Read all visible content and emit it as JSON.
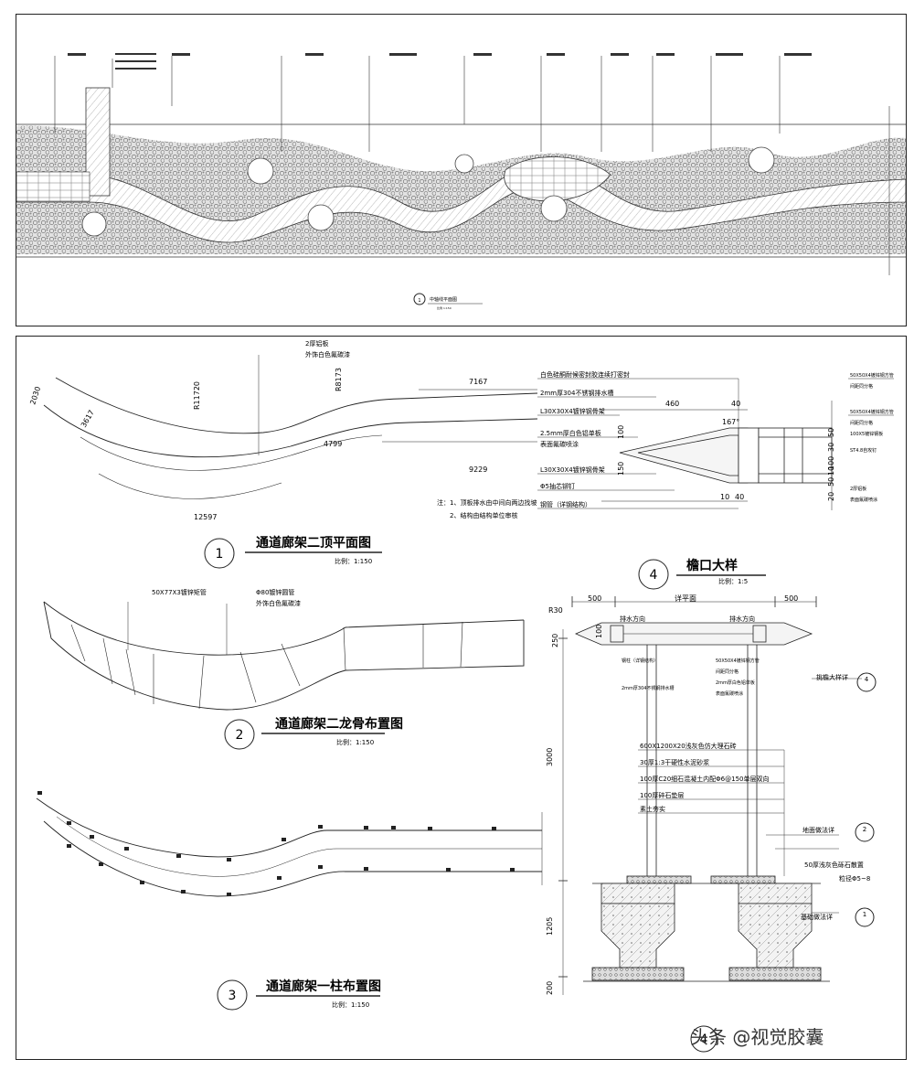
{
  "plan_sheet": {
    "drawing_number": "1",
    "drawing_title": "中轴线平面图",
    "scale": "比例 1:150"
  },
  "roof_plan": {
    "number": "1",
    "title": "通道廊架二顶平面图",
    "scale": "比例：1:150",
    "callout_top_a": "2厚铝板",
    "callout_top_b": "外饰白色氟碳漆",
    "dims": {
      "left_w": "2030",
      "left_seg": "3617",
      "r1": "R11720",
      "r2": "R8173",
      "straight_top": "7167",
      "mid_arc": "4799",
      "straight_bottom": "9229",
      "bottom_arc": "12597"
    },
    "notes": [
      "注：1、顶板排水由中间向两边找坡",
      "2、结构由结构单位审核"
    ]
  },
  "frame_plan": {
    "number": "2",
    "title": "通道廊架二龙骨布置图",
    "scale": "比例：1:150",
    "callout_a": "50X77X3镀锌矩管",
    "callout_b": "Φ80镀锌圆管",
    "callout_c": "外饰白色氟碳漆"
  },
  "column_plan": {
    "number": "3",
    "title": "通道廊架一柱布置图",
    "scale": "比例：1:150"
  },
  "eave_detail": {
    "number": "4",
    "title": "檐口大样",
    "scale": "比例：1:5",
    "labels": [
      "白色硅酮耐候密封胶连续打密封",
      "2mm厚304不锈钢排水槽",
      "L30X30X4镀锌钢骨架",
      "2.5mm厚白色铝单板",
      "表面氟碳喷涂",
      "L30X30X4镀锌钢骨架",
      "Φ5抽芯铆钉",
      "钢管（详钢结构）"
    ],
    "right_labels": [
      "50X50X4镀锌钢方管",
      "间距同分格",
      "50X50X4镀锌钢方管",
      "间距同分格",
      "100X5镀锌钢板",
      "ST4.8自攻钉",
      "2厚铝板",
      "表面氟碳喷涂"
    ],
    "dims": {
      "d460": "460",
      "d40": "40",
      "angle": "167°",
      "d100": "100",
      "d150": "150",
      "d10": "10",
      "d40b": "40",
      "r50": "50",
      "r30": "30",
      "r100": "100",
      "r50b": "50",
      "r20": "20",
      "r10": "10"
    }
  },
  "section": {
    "number": "4",
    "top_dims": [
      "500",
      "详平面",
      "500"
    ],
    "r30": "R30",
    "d250": "250",
    "d100": "100",
    "drain_left": "排水方向",
    "drain_right": "排水方向",
    "labels": [
      "钢柱（详钢结构）",
      "2mm厚304不锈钢排水槽",
      "50X50X4镀锌钢方管",
      "间距同分格",
      "2mm厚白色铝单板",
      "表面氟碳喷涂"
    ],
    "eave_ref": "挑檐大样详",
    "eave_ref_num": "4",
    "paving_layers": [
      "600X1200X20浅灰色仿大理石砖",
      "30厚1:3干硬性水泥砂浆",
      "100厚C20细石混凝土内配Φ6@150单层双向",
      "100厚碎石垫层",
      "素土夯实"
    ],
    "ref2": "地面做法详",
    "ref2_num": "2",
    "gravel": "50厚浅灰色砾石散置",
    "gravel2": "粒径Φ5~8",
    "ref3": "基础做法详",
    "ref3_num": "1",
    "heights": [
      "3000",
      "1205",
      "200"
    ]
  },
  "watermark": "头条 @视觉胶囊",
  "colors": {
    "line": "#222222",
    "fill_gray": "#d8d8d8",
    "hatch": "#777777"
  }
}
